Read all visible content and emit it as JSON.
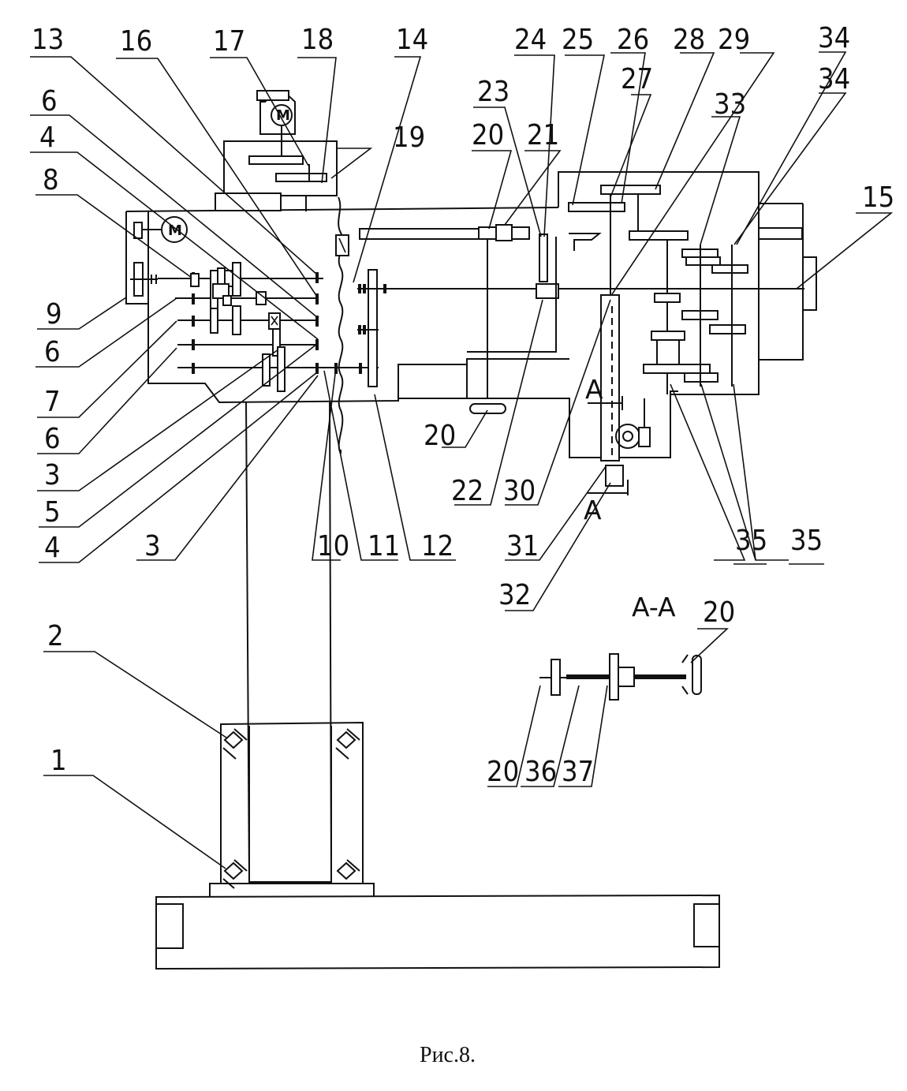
{
  "figure": {
    "caption": "Рис.8.",
    "motor_symbol": "M",
    "section_title": "A-A",
    "section_mark": "A"
  },
  "callouts": {
    "top": [
      "13",
      "16",
      "17",
      "18",
      "14",
      "24",
      "25",
      "26",
      "28",
      "29",
      "34"
    ],
    "upper_right": [
      "23",
      "20",
      "21",
      "27",
      "33",
      "34",
      "15"
    ],
    "left": [
      "6",
      "4",
      "8",
      "9",
      "6",
      "7",
      "6",
      "3",
      "5",
      "4"
    ],
    "bottom": [
      "3",
      "10",
      "11",
      "12",
      "20",
      "22",
      "30",
      "31",
      "32",
      "35",
      "35"
    ],
    "base": [
      "2",
      "1"
    ],
    "section": [
      "20",
      "20",
      "36",
      "37"
    ],
    "motor_top": "19"
  }
}
